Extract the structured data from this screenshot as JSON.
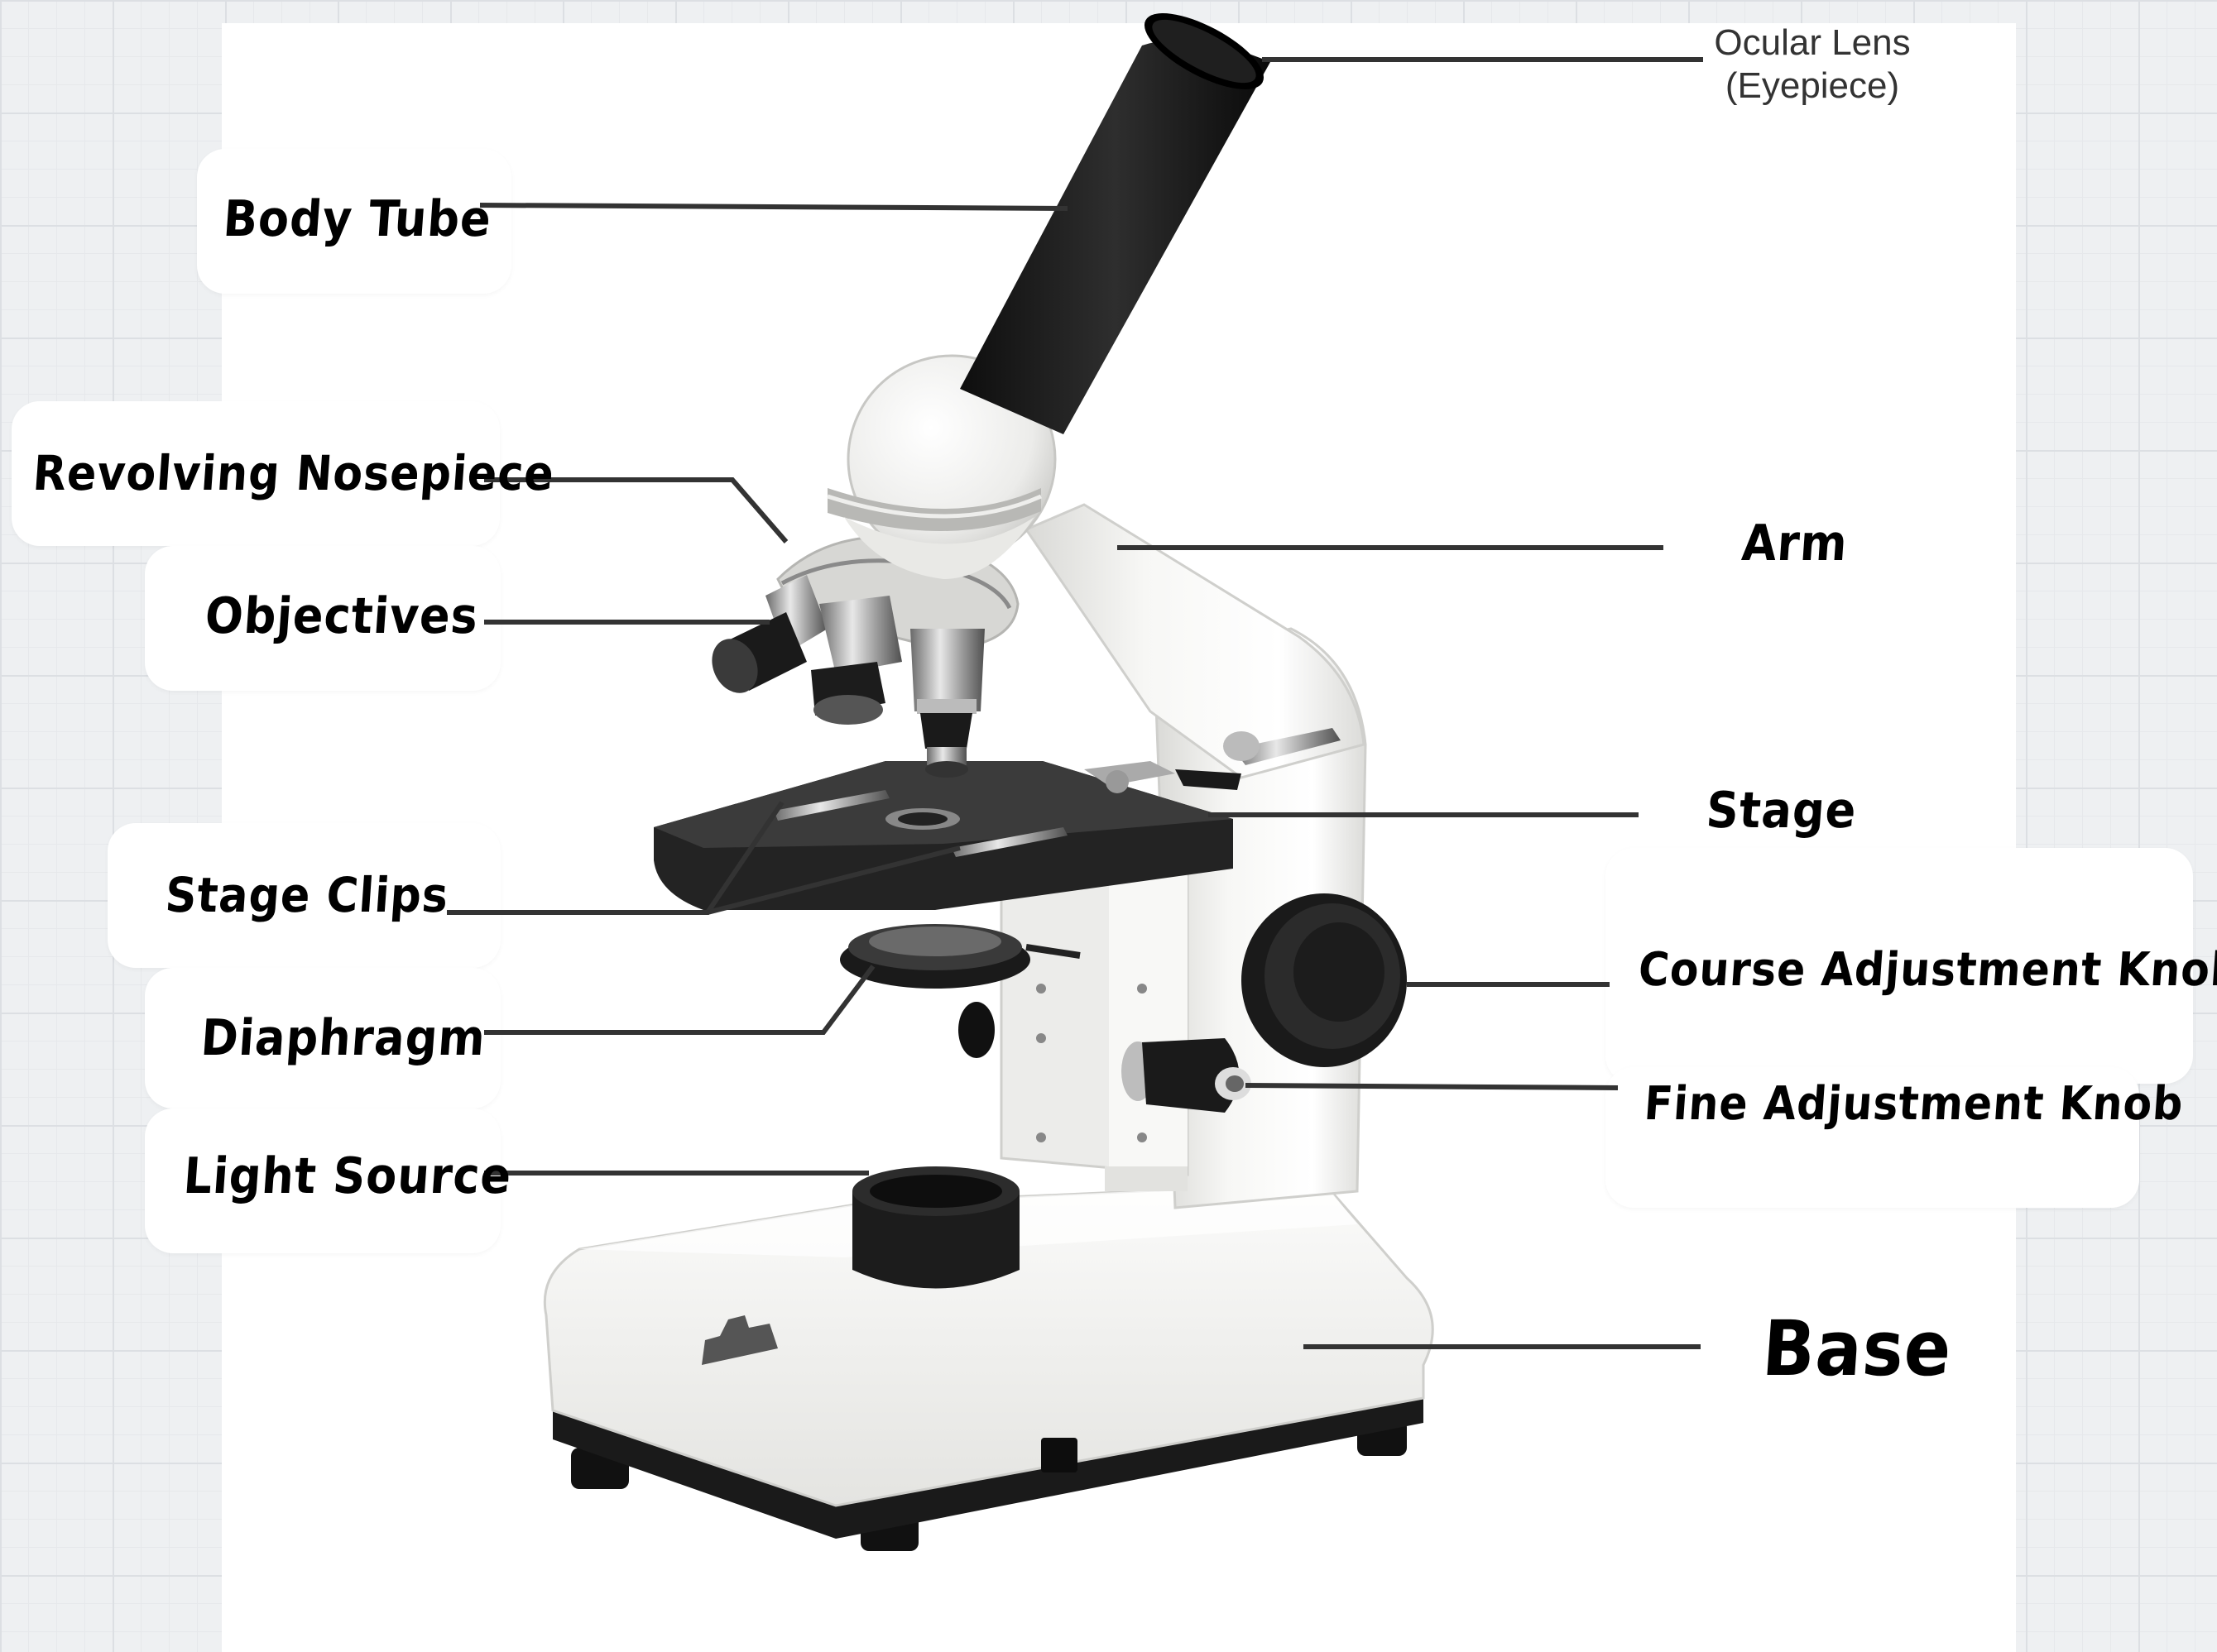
{
  "labels": {
    "ocular_line1": "Ocular Lens",
    "ocular_line2": "(Eyepiece)",
    "body_tube": "Body Tube",
    "revolving_nosepiece": "Revolving Nosepiece",
    "objectives": "Objectives",
    "arm": "Arm",
    "stage": "Stage",
    "stage_clips": "Stage Clips",
    "course_adjustment_knob": "Course Adjustment Knob",
    "fine_adjustment_knob": "Fine Adjustment Knob",
    "diaphragm": "Diaphragm",
    "light_source": "Light Source",
    "base": "Base"
  },
  "colors": {
    "background": "#eef0f2",
    "panel": "#ffffff",
    "leader_line": "#333333",
    "microscope_body": "#f2f2f0",
    "microscope_dark": "#1e1e1e"
  }
}
